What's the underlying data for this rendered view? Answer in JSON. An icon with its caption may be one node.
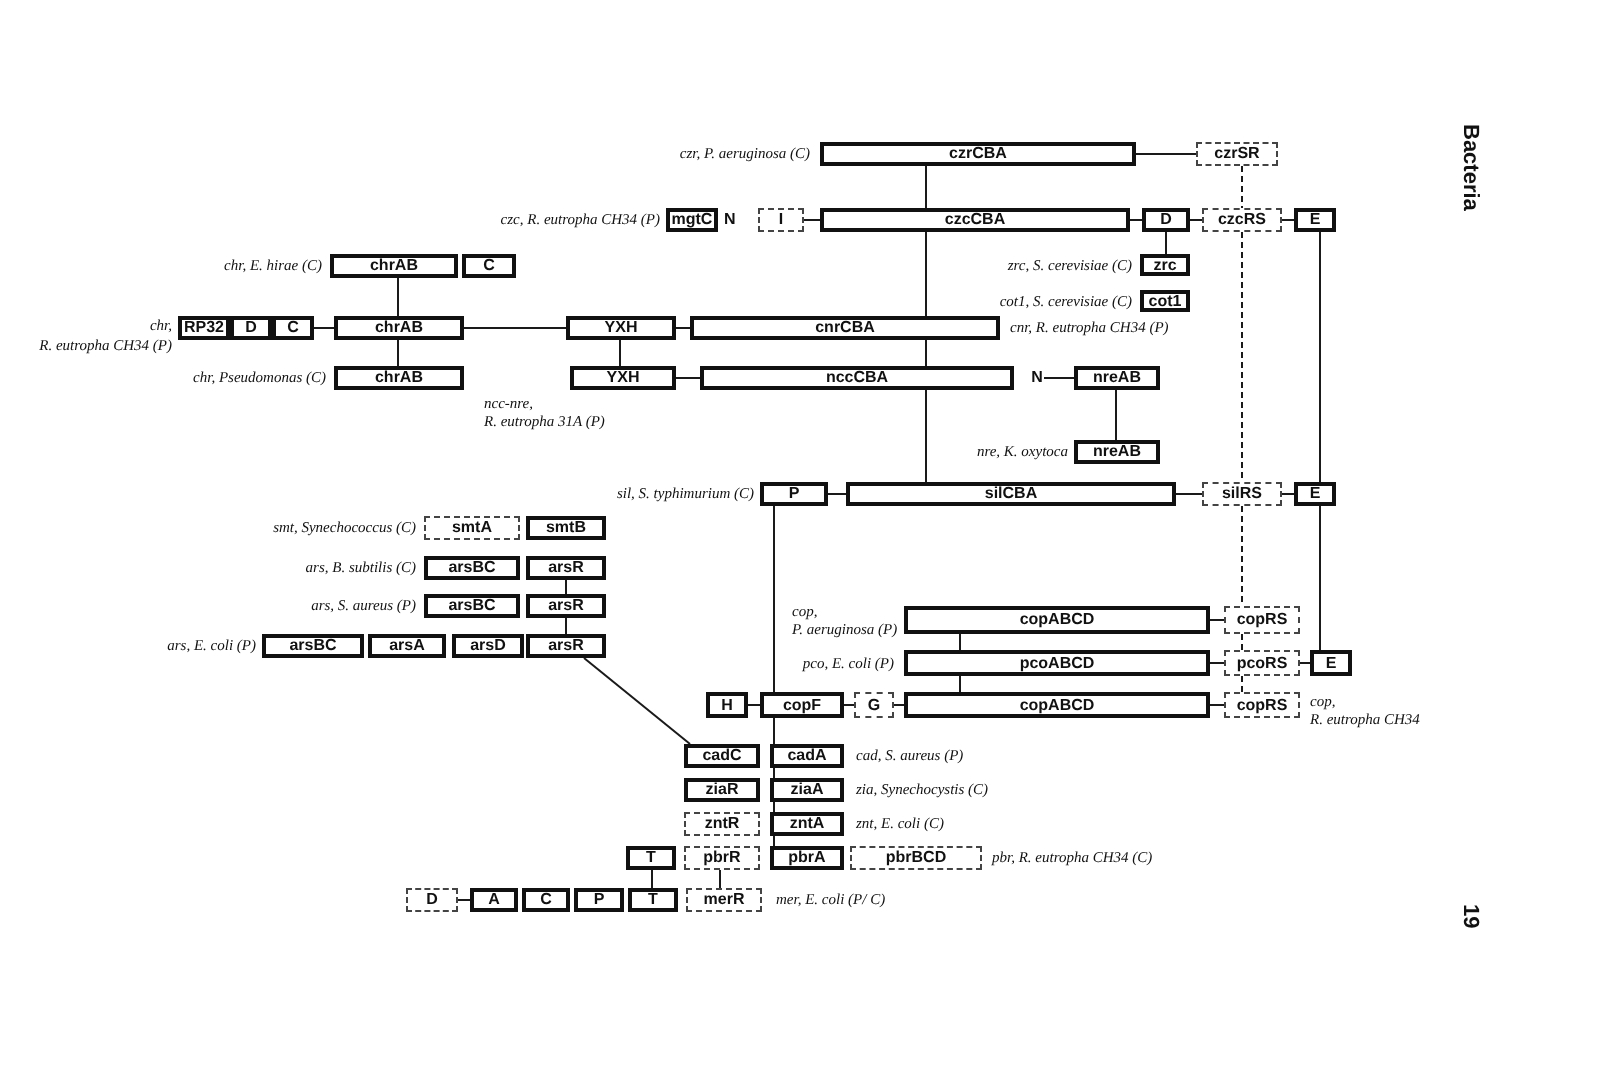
{
  "diagram": {
    "nodes": [
      {
        "text": [
          "czrCBA"
        ],
        "beside": [
          "czr, P. aeruginosa (C)"
        ]
      },
      {
        "text": [
          "czrSR"
        ]
      },
      {
        "text": [
          "mgtC"
        ],
        "beside": [
          "czc, R. eutropha CH34 (P)"
        ]
      },
      {
        "text": [
          "I"
        ]
      },
      {
        "text": [
          "czcCBA"
        ]
      },
      {
        "text": [
          "D"
        ]
      },
      {
        "text": [
          "czcRS"
        ]
      },
      {
        "text": [
          "E"
        ]
      },
      {
        "text": [
          "chrAB"
        ],
        "beside": [
          "chr, E. hirae (C)"
        ]
      },
      {
        "text": [
          "C"
        ]
      },
      {
        "text": [
          "zrc"
        ],
        "beside": [
          "zrc, S. cerevisiae (C)"
        ]
      },
      {
        "text": [
          "cot1"
        ],
        "beside": [
          "cot1, S. cerevisiae (C)"
        ]
      },
      {
        "text": [
          "RP32"
        ],
        "beside": [
          "chr, R. eutropha CH34 (P)"
        ]
      },
      {
        "text": [
          "D"
        ]
      },
      {
        "text": [
          "C"
        ]
      },
      {
        "text": [
          "chrAB"
        ]
      },
      {
        "text": [
          "YXH"
        ]
      },
      {
        "text": [
          "cnrCBA"
        ],
        "beside": [
          "cnr, R. eutropha CH34 (P)"
        ]
      },
      {
        "text": [
          "chrAB"
        ],
        "beside": [
          "chr, Pseudomonas (C)"
        ]
      },
      {
        "text": [
          "YXH"
        ],
        "beside": [
          "ncc-nre, R. eutropha 31A (P)"
        ]
      },
      {
        "text": [
          "nccCBA"
        ]
      },
      {
        "text": [
          "N"
        ]
      },
      {
        "text": [
          "nreAB"
        ]
      },
      {
        "text": [
          "nreAB"
        ],
        "beside": [
          "nre, K. oxytoca"
        ]
      },
      {
        "text": [
          "P"
        ],
        "beside": [
          "sil, S. typhimurium (C)"
        ]
      },
      {
        "text": [
          "silCBA"
        ]
      },
      {
        "text": [
          "silRS"
        ]
      },
      {
        "text": [
          "E"
        ]
      },
      {
        "text": [
          "smtA"
        ],
        "beside": [
          "smt, Synechococcus (C)"
        ]
      },
      {
        "text": [
          "smtB"
        ]
      },
      {
        "text": [
          "arsBC"
        ],
        "beside": [
          "ars, B. subtilis (C)"
        ]
      },
      {
        "text": [
          "arsR"
        ]
      },
      {
        "text": [
          "arsBC"
        ],
        "beside": [
          "ars, S. aureus (P)"
        ]
      },
      {
        "text": [
          "arsR"
        ]
      },
      {
        "text": [
          "copABCD"
        ],
        "beside": [
          "cop, P. aeruginosa (P)"
        ]
      },
      {
        "text": [
          "copRS"
        ]
      },
      {
        "text": [
          "arsBC"
        ],
        "beside": [
          "ars, E. coli (P)"
        ]
      },
      {
        "text": [
          "arsA"
        ]
      },
      {
        "text": [
          "arsD"
        ]
      },
      {
        "text": [
          "arsR"
        ]
      },
      {
        "text": [
          "pcoABCD"
        ],
        "beside": [
          "pco, E. coli (P)"
        ]
      },
      {
        "text": [
          "pcoRS"
        ]
      },
      {
        "text": [
          "E"
        ]
      },
      {
        "text": [
          "H"
        ]
      },
      {
        "text": [
          "copF"
        ]
      },
      {
        "text": [
          "G"
        ]
      },
      {
        "text": [
          "copABCD"
        ]
      },
      {
        "text": [
          "copRS"
        ],
        "beside": [
          "cop, R. eutropha CH34"
        ]
      },
      {
        "text": [
          "cadC"
        ]
      },
      {
        "text": [
          "cadA"
        ],
        "beside": [
          "cad, S. aureus (P)"
        ]
      },
      {
        "text": [
          "ziaR"
        ]
      },
      {
        "text": [
          "ziaA"
        ],
        "beside": [
          "zia, Synechocystis (C)"
        ]
      },
      {
        "text": [
          "zntR"
        ]
      },
      {
        "text": [
          "zntA"
        ],
        "beside": [
          "znt, E. coli (C)"
        ]
      },
      {
        "text": [
          "T"
        ]
      },
      {
        "text": [
          "pbrR"
        ]
      },
      {
        "text": [
          "pbrA"
        ]
      },
      {
        "text": [
          "pbrBCD"
        ],
        "beside": [
          "pbr, R. eutropha CH34 (C)"
        ]
      },
      {
        "text": [
          "D"
        ]
      },
      {
        "text": [
          "A"
        ]
      },
      {
        "text": [
          "C"
        ]
      },
      {
        "text": [
          "P"
        ]
      },
      {
        "text": [
          "T"
        ]
      },
      {
        "text": [
          "merR"
        ],
        "beside": [
          "mer, E. coli (P/ C)"
        ]
      }
    ],
    "edges": [
      {
        "from": 0,
        "to": 1,
        "arrow": "none"
      },
      {
        "from": 0,
        "to": 4,
        "arrow": "none"
      },
      {
        "from": 1,
        "to": 6,
        "arrow": "none",
        "style": "dashed"
      },
      {
        "from": 3,
        "to": 4,
        "arrow": "none"
      },
      {
        "from": 4,
        "to": 5,
        "arrow": "none"
      },
      {
        "from": 5,
        "to": 6,
        "arrow": "none"
      },
      {
        "from": 6,
        "to": 7,
        "arrow": "none"
      },
      {
        "from": 5,
        "to": 10,
        "arrow": "none"
      },
      {
        "from": 4,
        "to": 17,
        "arrow": "none"
      },
      {
        "from": 6,
        "to": 26,
        "arrow": "none",
        "style": "dashed"
      },
      {
        "from": 7,
        "to": 27,
        "arrow": "none"
      },
      {
        "from": 8,
        "to": 15,
        "arrow": "none"
      },
      {
        "from": 14,
        "to": 15,
        "arrow": "none"
      },
      {
        "from": 15,
        "to": 16,
        "arrow": "none"
      },
      {
        "from": 16,
        "to": 17,
        "arrow": "none"
      },
      {
        "from": 15,
        "to": 18,
        "arrow": "none"
      },
      {
        "from": 16,
        "to": 19,
        "arrow": "none"
      },
      {
        "from": 17,
        "to": 20,
        "arrow": "none"
      },
      {
        "from": 19,
        "to": 20,
        "arrow": "none"
      },
      {
        "from": 21,
        "to": 22,
        "arrow": "none"
      },
      {
        "from": 22,
        "to": 23,
        "arrow": "none"
      },
      {
        "from": 20,
        "to": 25,
        "arrow": "none"
      },
      {
        "from": 24,
        "to": 25,
        "arrow": "none"
      },
      {
        "from": 25,
        "to": 26,
        "arrow": "none"
      },
      {
        "from": 26,
        "to": 27,
        "arrow": "none"
      },
      {
        "from": 24,
        "to": 44,
        "arrow": "none"
      },
      {
        "from": 26,
        "to": 35,
        "arrow": "none",
        "style": "dashed"
      },
      {
        "from": 27,
        "to": 42,
        "arrow": "none"
      },
      {
        "from": 31,
        "to": 33,
        "arrow": "none"
      },
      {
        "from": 33,
        "to": 39,
        "arrow": "none"
      },
      {
        "from": 39,
        "to": 48,
        "arrow": "none"
      },
      {
        "from": 34,
        "to": 35,
        "arrow": "none"
      },
      {
        "from": 34,
        "to": 40,
        "arrow": "none"
      },
      {
        "from": 35,
        "to": 41,
        "arrow": "none",
        "style": "dashed"
      },
      {
        "from": 40,
        "to": 41,
        "arrow": "none"
      },
      {
        "from": 41,
        "to": 42,
        "arrow": "none"
      },
      {
        "from": 40,
        "to": 46,
        "arrow": "none"
      },
      {
        "from": 41,
        "to": 47,
        "arrow": "none",
        "style": "dashed"
      },
      {
        "from": 43,
        "to": 44,
        "arrow": "none"
      },
      {
        "from": 44,
        "to": 45,
        "arrow": "none"
      },
      {
        "from": 45,
        "to": 46,
        "arrow": "none"
      },
      {
        "from": 46,
        "to": 47,
        "arrow": "none"
      },
      {
        "from": 44,
        "to": 49,
        "arrow": "none"
      },
      {
        "from": 49,
        "to": 51,
        "arrow": "none"
      },
      {
        "from": 51,
        "to": 53,
        "arrow": "none"
      },
      {
        "from": 53,
        "to": 56,
        "arrow": "none"
      },
      {
        "from": 54,
        "to": 62,
        "arrow": "none"
      },
      {
        "from": 55,
        "to": 63,
        "arrow": "none"
      },
      {
        "from": 58,
        "to": 59,
        "arrow": "none"
      }
    ],
    "labels": [
      "Bacteria",
      "N",
      "19"
    ]
  }
}
